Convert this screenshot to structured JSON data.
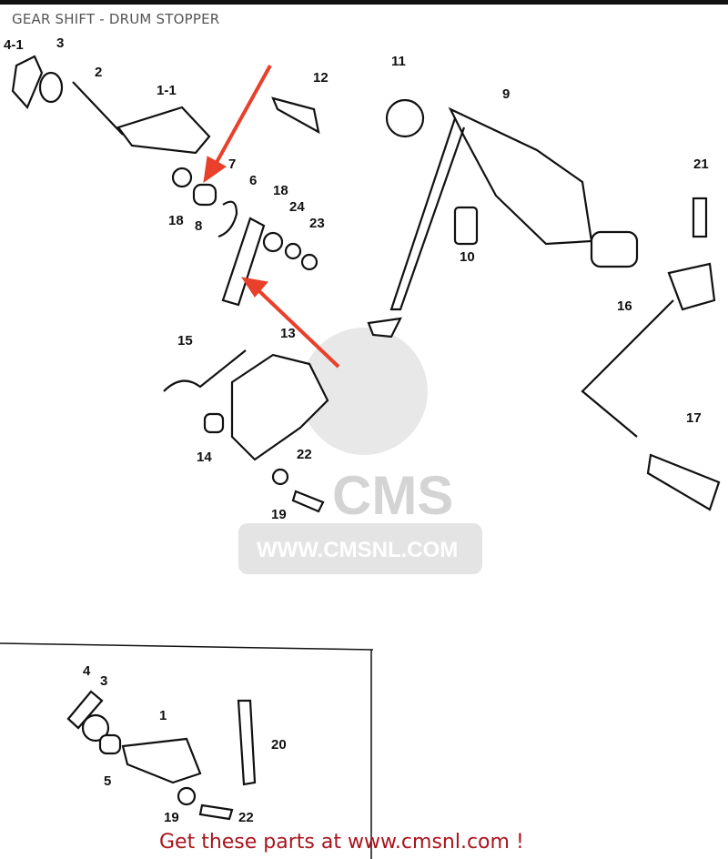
{
  "title": "GEAR SHIFT - DRUM STOPPER",
  "watermark": {
    "logo": "CMS",
    "url": "WWW.CMSNL.COM"
  },
  "banner": "Get these parts at www.cmsnl.com !",
  "colors": {
    "arrow": "#e8402a",
    "banner": "#a8141c"
  },
  "callouts": {
    "main": [
      "4-1",
      "3",
      "2",
      "1-1",
      "12",
      "11",
      "9",
      "21",
      "7",
      "6",
      "18",
      "24",
      "23",
      "18",
      "8",
      "10",
      "16",
      "15",
      "13",
      "14",
      "22",
      "19",
      "17"
    ],
    "inset": [
      "4",
      "3",
      "1",
      "20",
      "5",
      "19",
      "22"
    ]
  }
}
